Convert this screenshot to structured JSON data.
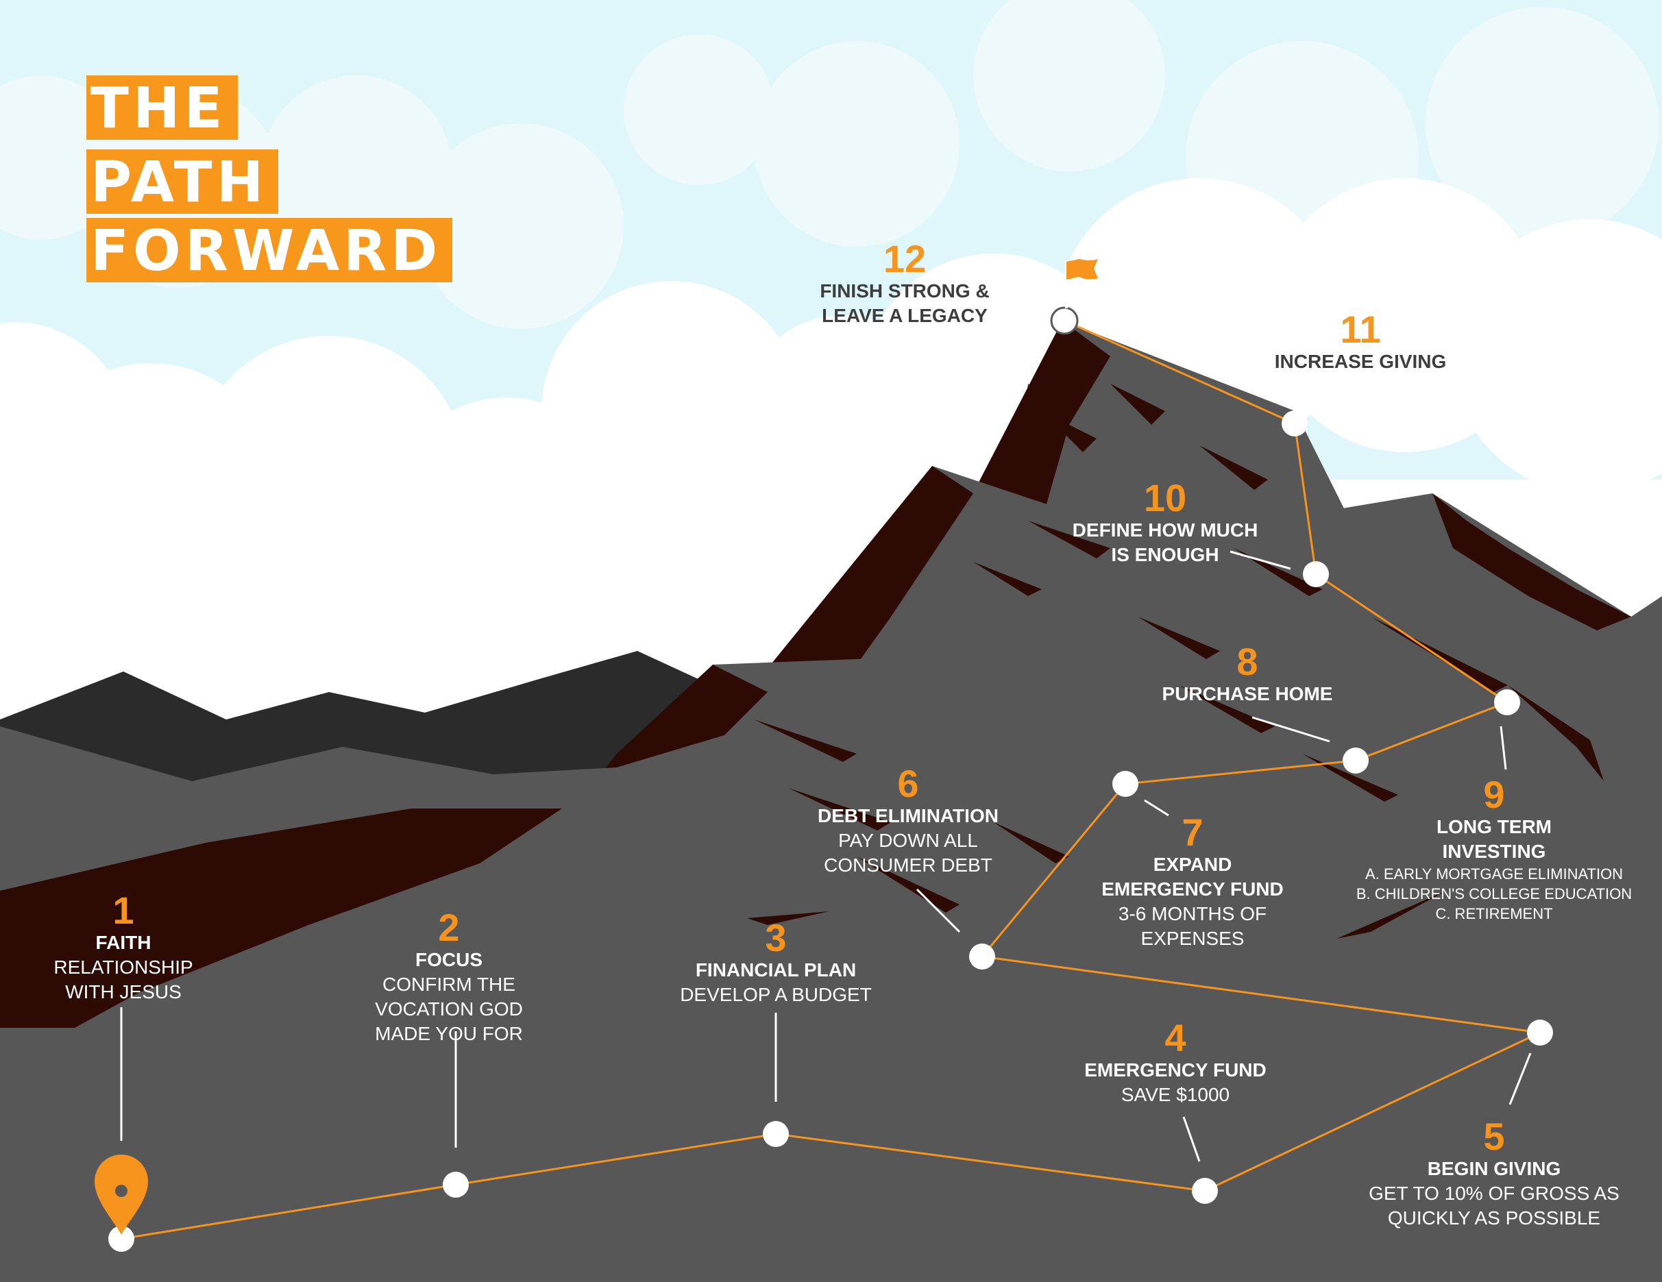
{
  "title": {
    "line1": "THE",
    "line2": "PATH",
    "line3": "FORWARD"
  },
  "colors": {
    "sky": "#dff6fb",
    "cloud": "#ffffff",
    "mountain_gray": "#575757",
    "mountain_dark": "#2e0a04",
    "distant_range": "#2b2b2b",
    "accent_orange": "#f7941d",
    "node_white": "#ffffff"
  },
  "icons": {
    "start": "map-pin-icon",
    "summit": "flag-icon"
  },
  "steps": [
    {
      "number": "1",
      "title": "FAITH",
      "description": [
        "RELATIONSHIP",
        "WITH JESUS"
      ]
    },
    {
      "number": "2",
      "title": "FOCUS",
      "description": [
        "CONFIRM THE",
        "VOCATION GOD",
        "MADE YOU FOR"
      ]
    },
    {
      "number": "3",
      "title": "FINANCIAL PLAN",
      "description": [
        "DEVELOP A BUDGET"
      ]
    },
    {
      "number": "4",
      "title": "EMERGENCY FUND",
      "description": [
        "SAVE $1000"
      ]
    },
    {
      "number": "5",
      "title": "BEGIN GIVING",
      "description": [
        "GET TO 10% OF GROSS AS",
        "QUICKLY AS POSSIBLE"
      ]
    },
    {
      "number": "6",
      "title": "DEBT ELIMINATION",
      "description": [
        "PAY DOWN ALL",
        "CONSUMER DEBT"
      ]
    },
    {
      "number": "7",
      "title_lines": [
        "EXPAND",
        "EMERGENCY FUND"
      ],
      "description": [
        "3-6 MONTHS OF",
        "EXPENSES"
      ]
    },
    {
      "number": "8",
      "title": "PURCHASE HOME",
      "description": []
    },
    {
      "number": "9",
      "title_lines": [
        "LONG TERM",
        "INVESTING"
      ],
      "sub_items": [
        "A.  EARLY MORTGAGE ELIMINATION",
        "B. CHILDREN'S COLLEGE EDUCATION",
        "C. RETIREMENT"
      ]
    },
    {
      "number": "10",
      "title_lines": [
        "DEFINE HOW MUCH",
        "IS ENOUGH"
      ]
    },
    {
      "number": "11",
      "title": "INCREASE GIVING"
    },
    {
      "number": "12",
      "title_lines": [
        "FINISH STRONG &",
        "LEAVE A LEGACY"
      ]
    }
  ]
}
